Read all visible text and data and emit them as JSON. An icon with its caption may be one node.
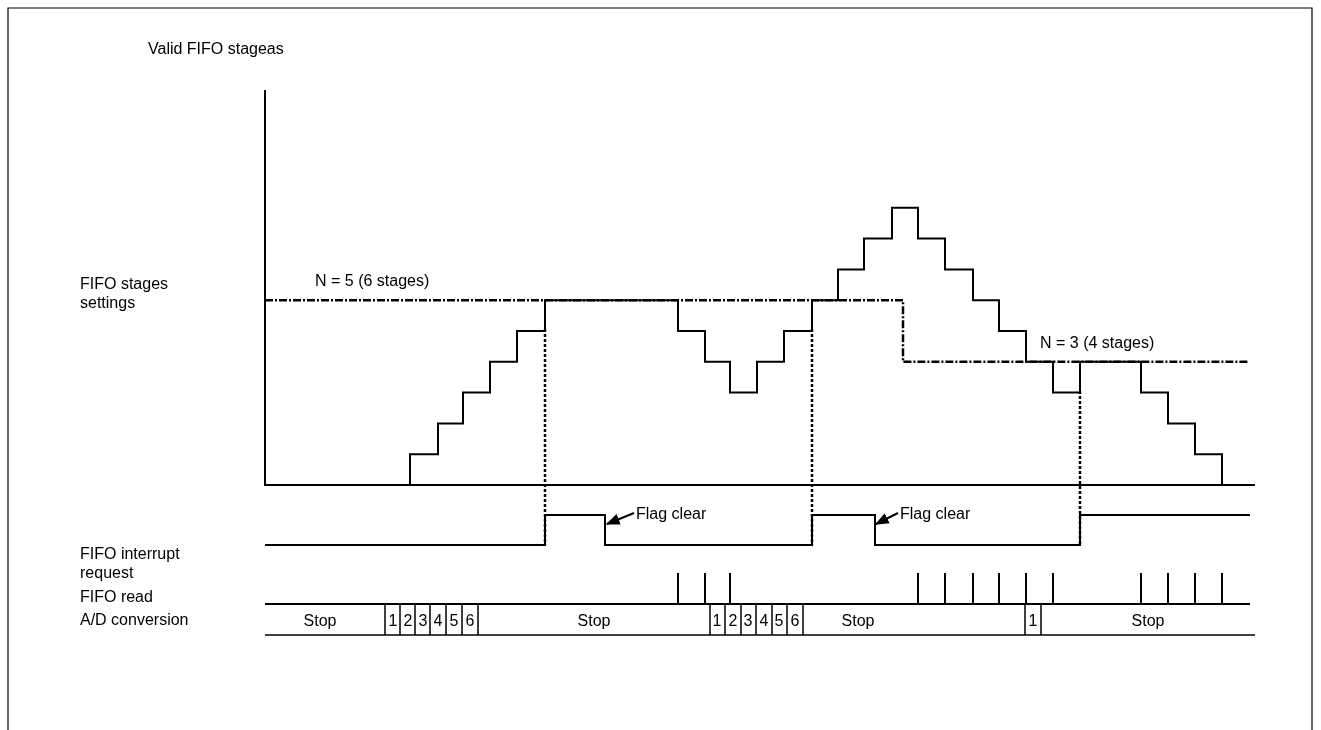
{
  "diagram": {
    "nodes": [
      {
        "text": [
          "Flag clear"
        ]
      },
      {
        "text": [
          "Flag clear"
        ]
      }
    ],
    "edges": [
      {
        "from": 0,
        "to": null,
        "arrow": "to"
      },
      {
        "from": 1,
        "to": null,
        "arrow": "to"
      }
    ],
    "labels": [
      "Valid FIFO stageas",
      "N = 5 (6 stages)",
      "FIFO stages settings",
      "N = 3 (4 stages)",
      "FIFO interrupt request",
      "FIFO read",
      "A/D conversion",
      "Stop",
      "1",
      "2",
      "3",
      "4",
      "5",
      "6",
      "Stop",
      "1",
      "2",
      "3",
      "4",
      "5",
      "6",
      "Stop",
      "1",
      "Stop"
    ]
  }
}
